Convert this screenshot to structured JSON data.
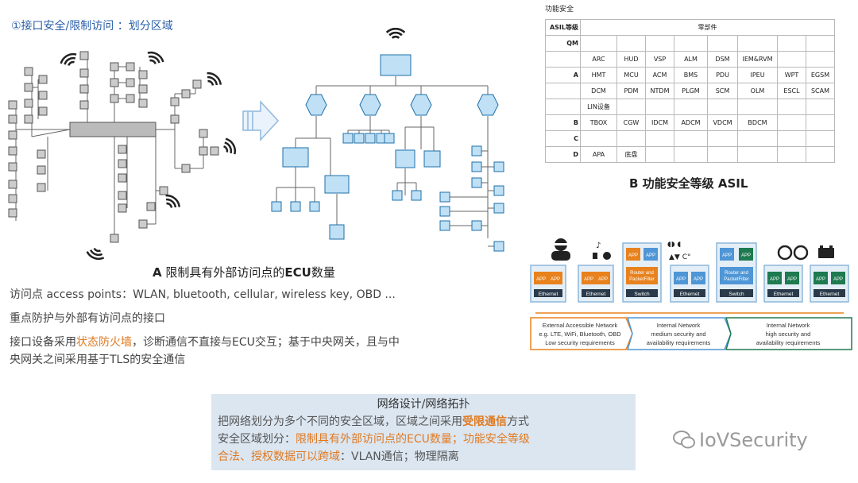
{
  "section_title": "①接口安全/限制访问 ：划分区域",
  "caption_a": {
    "letter": "A",
    "text": " 限制具有外部访问点的",
    "bold": "ECU",
    "tail": "数量"
  },
  "bullets": {
    "b1": "访问点 access points：WLAN, bluetooth, cellular, wireless key, OBD ...",
    "b2": "重点防护与外部有访问点的接口",
    "b3_a": "接口设备采用",
    "b3_hl": "状态防火墙",
    "b3_b": "，诊断通信不直接与ECU交互；基于中央网关，且与中",
    "b4": "央网关之间采用基于TLS的安全通信"
  },
  "asil_table": {
    "title": "功能安全",
    "head_left": "ASIL等级",
    "head_right": "零部件",
    "rows": [
      {
        "level": "QM",
        "cells": [
          "",
          "",
          "",
          "",
          "",
          "",
          "",
          ""
        ]
      },
      {
        "level": "",
        "cells": [
          "ARC",
          "HUD",
          "VSP",
          "ALM",
          "DSM",
          "IEM&RVM",
          "",
          ""
        ]
      },
      {
        "level": "A",
        "cells": [
          "HMT",
          "MCU",
          "ACM",
          "BMS",
          "PDU",
          "IPEU",
          "WPT",
          "EGSM"
        ]
      },
      {
        "level": "",
        "cells": [
          "DCM",
          "PDM",
          "NTDM",
          "PLGM",
          "SCM",
          "OLM",
          "ESCL",
          "SCAM"
        ]
      },
      {
        "level": "",
        "cells": [
          "LIN设备",
          "",
          "",
          "",
          "",
          "",
          "",
          ""
        ]
      },
      {
        "level": "B",
        "cells": [
          "TBOX",
          "CGW",
          "IDCM",
          "ADCM",
          "VDCM",
          "BDCM",
          "",
          ""
        ]
      },
      {
        "level": "C",
        "cells": [
          "",
          "",
          "",
          "",
          "",
          "",
          "",
          ""
        ]
      },
      {
        "level": "D",
        "cells": [
          "APA",
          "底盘",
          "",
          "",
          "",
          "",
          "",
          ""
        ]
      }
    ]
  },
  "caption_b": {
    "letter": "B",
    "text": " 功能安全等级 ",
    "bold": "ASIL"
  },
  "zones": {
    "app": "APP",
    "ethernet": "Ethernet",
    "switch": "Switch",
    "router": "Router and PacketFilter",
    "external": [
      "External Accessible Network",
      "e.g. LTE, WiFi, Bluetooth, OBD",
      "Low security requirements"
    ],
    "medium": [
      "Internal Network",
      "medium security and",
      "availability requirements"
    ],
    "high": [
      "Internal Network",
      "high security and",
      "availability requirements"
    ],
    "colors": {
      "orange": "#e8821e",
      "blue": "#4f96d6",
      "green": "#1e7a50",
      "frame": "#8db7d9"
    }
  },
  "summary": {
    "title": "网络设计/网络拓扑",
    "l1_a": "把网络划分为多个不同的安全区域，区域之间采用",
    "l1_hl": "受限通信",
    "l1_b": "方式",
    "l2_a": "安全区域划分：",
    "l2_hl": "限制具有外部访问点的ECU数量；功能安全等级",
    "l3_hl": "合法、授权数据可以跨域",
    "l3_b": "：VLAN通信；物理隔离"
  },
  "watermark": "IoVSecurity"
}
